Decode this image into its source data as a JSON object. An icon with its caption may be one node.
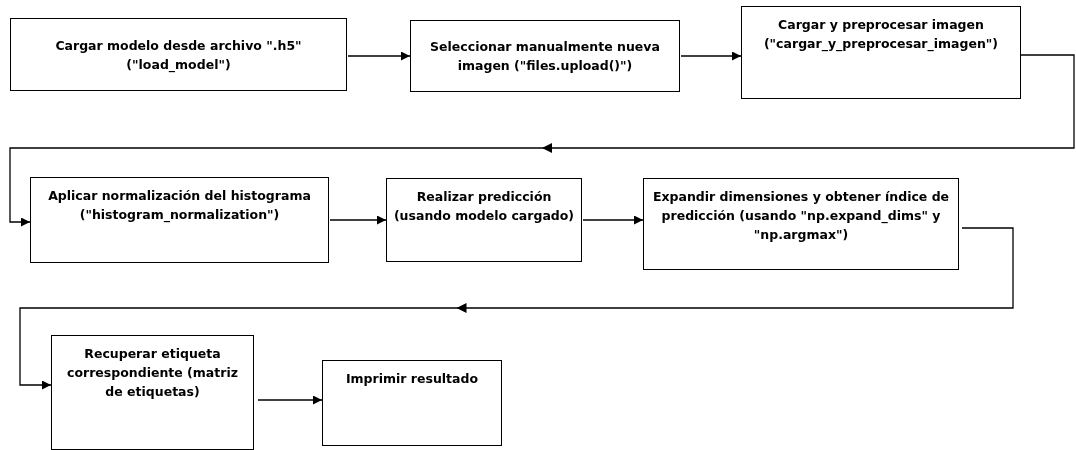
{
  "diagram": {
    "nodes": [
      {
        "text": [
          "Cargar modelo desde archivo \".h5\" (\"load_model\")"
        ]
      },
      {
        "text": [
          "Seleccionar manualmente nueva imagen (\"files.upload()\")"
        ]
      },
      {
        "text": [
          "Cargar y preprocesar imagen (\"cargar_y_preprocesar_imagen\")"
        ]
      },
      {
        "text": [
          "Aplicar normalización del histograma (\"histogram_normalization\")"
        ]
      },
      {
        "text": [
          "Realizar predicción (usando modelo cargado)"
        ]
      },
      {
        "text": [
          "Expandir dimensiones y obtener índice de predicción (usando \"np.expand_dims\" y \"np.argmax\")"
        ]
      },
      {
        "text": [
          "Recuperar etiqueta correspondiente (matriz de etiquetas)"
        ]
      },
      {
        "text": [
          "Imprimir resultado"
        ]
      }
    ],
    "edges": [
      {
        "from": 0,
        "to": 1,
        "arrow": "to"
      },
      {
        "from": 1,
        "to": 2,
        "arrow": "to"
      },
      {
        "from": 2,
        "to": 3,
        "arrow": "to"
      },
      {
        "from": 3,
        "to": 4,
        "arrow": "to"
      },
      {
        "from": 4,
        "to": 5,
        "arrow": "to"
      },
      {
        "from": 5,
        "to": 6,
        "arrow": "to"
      },
      {
        "from": 6,
        "to": 7,
        "arrow": "to"
      }
    ]
  }
}
